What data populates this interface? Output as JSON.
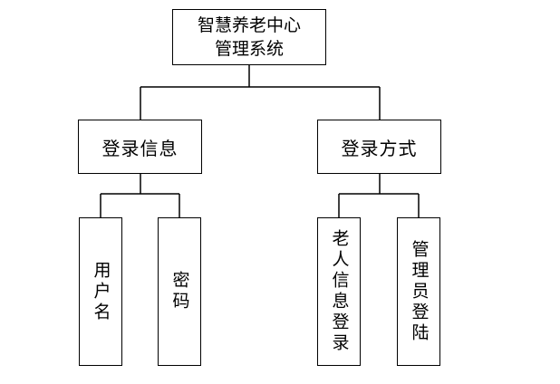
{
  "root": {
    "line1": "智慧养老中心",
    "line2": "管理系统"
  },
  "branches": [
    {
      "label": "登录信息",
      "children": [
        "用户名",
        "密码"
      ]
    },
    {
      "label": "登录方式",
      "children": [
        "老人信息登录",
        "管理员登陆"
      ]
    }
  ],
  "colors": {
    "line": "#000000",
    "box_fill": "#ffffff"
  }
}
